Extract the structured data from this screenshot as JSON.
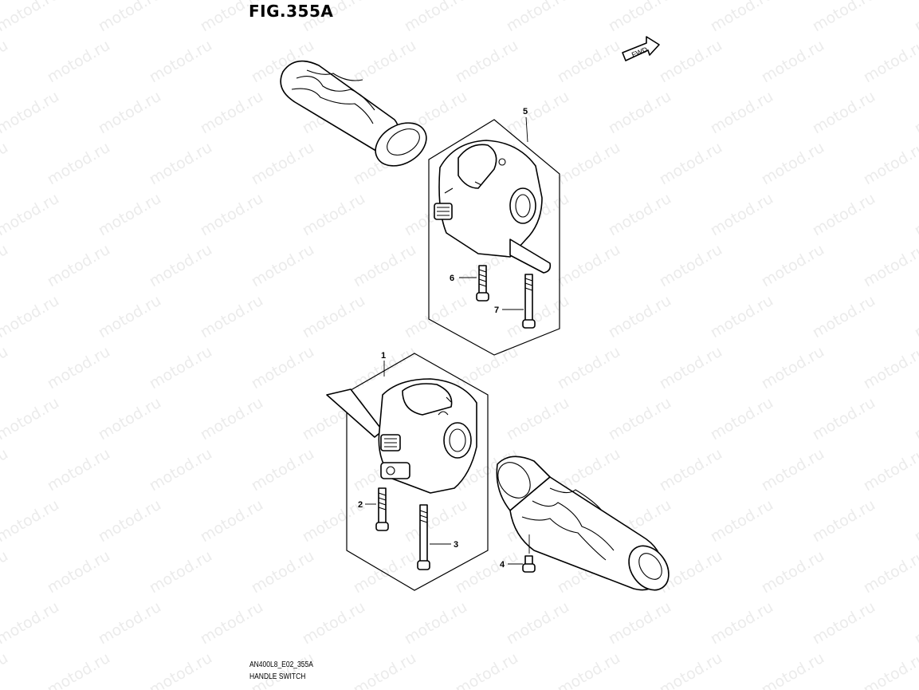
{
  "figure": {
    "title": "FIG.355A",
    "fwd_label": "FWD",
    "code": "AN400L8_E02_355A",
    "name": "HANDLE SWITCH"
  },
  "callouts": [
    "1",
    "2",
    "3",
    "4",
    "5",
    "6",
    "7"
  ],
  "watermark": {
    "text": "motod.ru",
    "color": "#6a6a6a"
  },
  "icons": [
    "fwd-arrow-icon",
    "grip-icon",
    "switch-housing-icon",
    "screw-icon",
    "bolt-icon"
  ]
}
